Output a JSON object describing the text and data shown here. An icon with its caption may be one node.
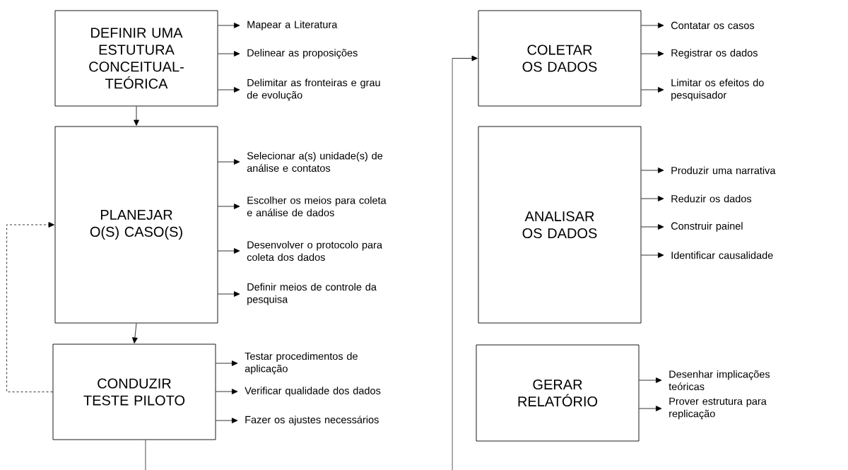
{
  "diagram": {
    "nodes": [
      {
        "text": [
          "DEFINIR UMA ESTUTURA CONCEITUAL-TEÓRICA"
        ]
      },
      {
        "text": [
          "Mapear a Literatura"
        ]
      },
      {
        "text": [
          "Delinear as proposições"
        ]
      },
      {
        "text": [
          "Delimitar as fronteiras e grau de evolução"
        ]
      },
      {
        "text": [
          "PLANEJAR O(S) CASO(S)"
        ]
      },
      {
        "text": [
          "Selecionar a(s) unidade(s) de análise e contatos"
        ]
      },
      {
        "text": [
          "Escolher os meios para coleta e análise de dados"
        ]
      },
      {
        "text": [
          "Desenvolver o protocolo para coleta dos dados"
        ]
      },
      {
        "text": [
          "Definir meios de controle da pesquisa"
        ]
      },
      {
        "text": [
          "CONDUZIR TESTE PILOTO"
        ]
      },
      {
        "text": [
          "Testar procedimentos de aplicação"
        ]
      },
      {
        "text": [
          "Verificar qualidade dos dados"
        ]
      },
      {
        "text": [
          "Fazer os ajustes necessários"
        ]
      },
      {
        "text": [
          "COLETAR OS DADOS"
        ]
      },
      {
        "text": [
          "Contatar os casos"
        ]
      },
      {
        "text": [
          "Registrar os dados"
        ]
      },
      {
        "text": [
          "Limitar os efeitos do pesquisador"
        ]
      },
      {
        "text": [
          "ANALISAR OS DADOS"
        ]
      },
      {
        "text": [
          "Produzir uma narrativa"
        ]
      },
      {
        "text": [
          "Reduzir os dados"
        ]
      },
      {
        "text": [
          "Construir painel"
        ]
      },
      {
        "text": [
          "Identificar causalidade"
        ]
      },
      {
        "text": [
          "GERAR RELATÓRIO"
        ]
      },
      {
        "text": [
          "Desenhar implicações teóricas"
        ]
      },
      {
        "text": [
          "Prover estrutura para replicação"
        ]
      }
    ],
    "edges": [
      {
        "from": 0,
        "to": 4,
        "arrow": "to"
      },
      {
        "from": 4,
        "to": 9,
        "arrow": "to"
      },
      {
        "from": 9,
        "to": 4,
        "arrow": "to",
        "style": "dashed"
      },
      {
        "from": 9,
        "to": null,
        "arrow": "none"
      },
      {
        "from": null,
        "to": 13,
        "arrow": "to"
      },
      {
        "from": 0,
        "to": 1,
        "arrow": "to"
      },
      {
        "from": 0,
        "to": 2,
        "arrow": "to"
      },
      {
        "from": 0,
        "to": 3,
        "arrow": "to"
      },
      {
        "from": 4,
        "to": 5,
        "arrow": "to"
      },
      {
        "from": 4,
        "to": 6,
        "arrow": "to"
      },
      {
        "from": 4,
        "to": 7,
        "arrow": "to"
      },
      {
        "from": 4,
        "to": 8,
        "arrow": "to"
      },
      {
        "from": 9,
        "to": 10,
        "arrow": "to"
      },
      {
        "from": 9,
        "to": 11,
        "arrow": "to"
      },
      {
        "from": 9,
        "to": 12,
        "arrow": "to"
      },
      {
        "from": 13,
        "to": 14,
        "arrow": "to"
      },
      {
        "from": 13,
        "to": 15,
        "arrow": "to"
      },
      {
        "from": 13,
        "to": 16,
        "arrow": "to"
      },
      {
        "from": 17,
        "to": 18,
        "arrow": "to"
      },
      {
        "from": 17,
        "to": 19,
        "arrow": "to"
      },
      {
        "from": 17,
        "to": 20,
        "arrow": "to"
      },
      {
        "from": 17,
        "to": 21,
        "arrow": "to"
      },
      {
        "from": 22,
        "to": 23,
        "arrow": "to"
      },
      {
        "from": 22,
        "to": 24,
        "arrow": "to"
      }
    ]
  }
}
